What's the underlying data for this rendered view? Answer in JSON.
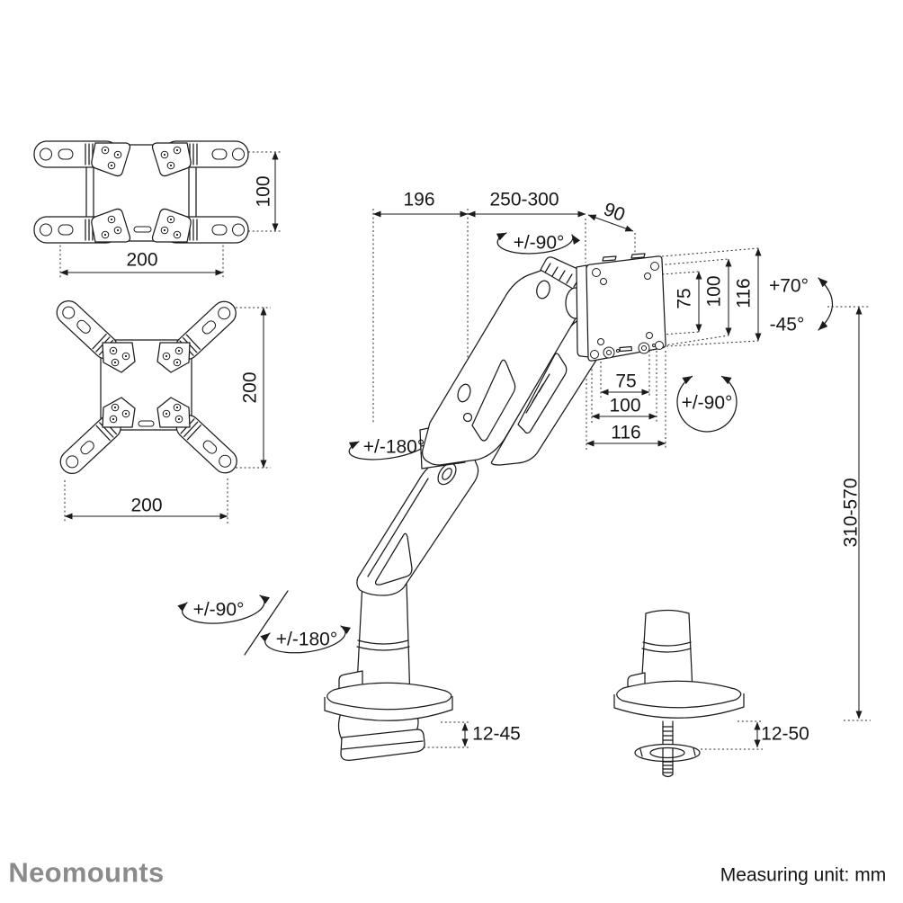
{
  "branding": {
    "logo_text": "Neomounts",
    "logo_color": "#8b8b8b"
  },
  "footer": {
    "measuring_unit_label": "Measuring unit: mm"
  },
  "colors": {
    "line": "#1b1b1b",
    "background": "#ffffff"
  },
  "views": {
    "vesa_adapter_landscape": {
      "dims": {
        "height": "100",
        "width": "200"
      }
    },
    "vesa_adapter_cross": {
      "dims": {
        "height": "200",
        "width": "200"
      }
    },
    "monitor_arm": {
      "dims": {
        "reach_rear": "196",
        "reach_front": "250-300",
        "head_depth": "90",
        "vesa_vertical_75": "75",
        "vesa_vertical_100": "100",
        "vesa_vertical_116": "116",
        "vesa_horizontal_75": "75",
        "vesa_horizontal_100": "100",
        "vesa_horizontal_116": "116",
        "height_range": "310-570",
        "clamp_thickness": "12-45",
        "grommet_thickness": "12-50"
      },
      "rotations": {
        "head_swivel": "+/-90°",
        "vesa_rotation": "+/-90°",
        "tilt_up": "+70°",
        "tilt_down": "-45°",
        "arm_swivel": "+/-180°",
        "pole_swivel": "+/-90°",
        "base_swivel": "+/-180°"
      }
    }
  }
}
